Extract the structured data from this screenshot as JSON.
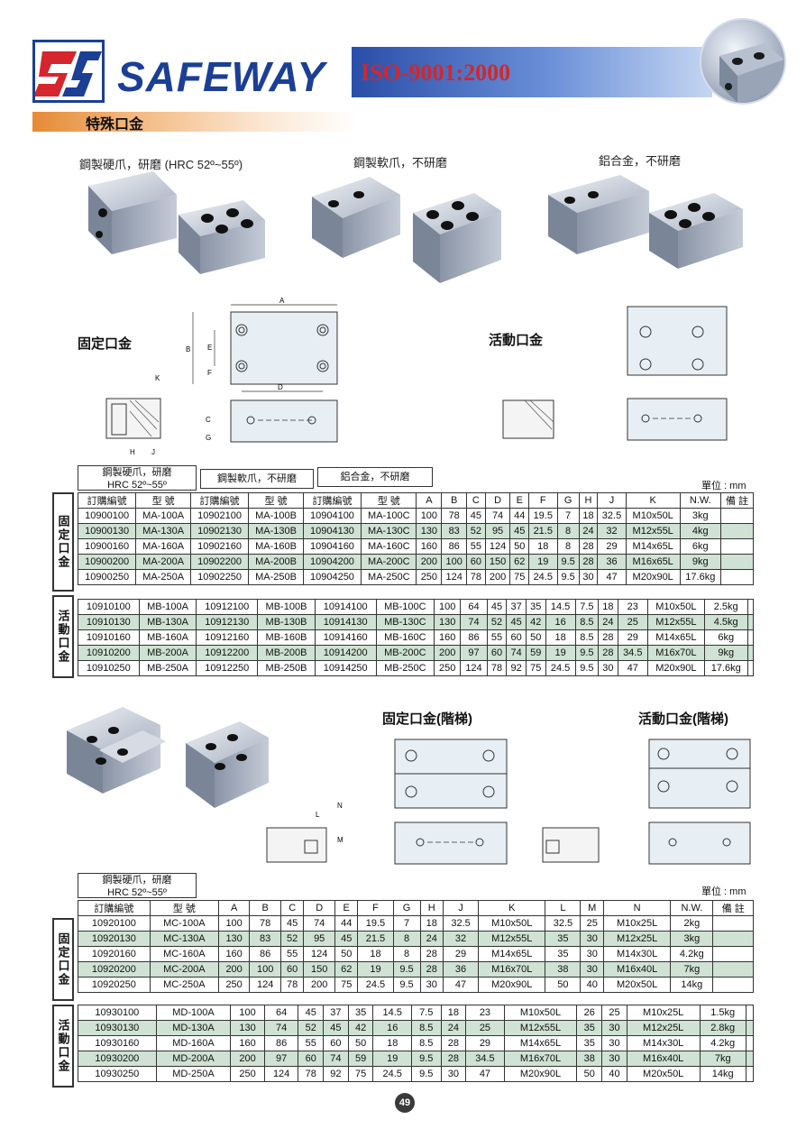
{
  "header": {
    "brand": "SAFEWAY",
    "iso": "ISO-9001:2000",
    "title": "特殊口金",
    "logo_icon": "safeway-s-logo-icon",
    "colors": {
      "brand": "#1b3f94",
      "iso": "#d4262c",
      "title_bar": "#e58a36",
      "row_highlight": "#cfe2d3"
    }
  },
  "photos": {
    "caption_steel_hard": "鋼製硬爪，研磨 (HRC 52º~55º)",
    "caption_steel_soft": "鋼製軟爪，不研磨",
    "caption_alum": "鋁合金，不研磨"
  },
  "drawings_top": {
    "fixed_label": "固定口金",
    "movable_label": "活動口金",
    "dims": {
      "A": "A",
      "B": "B",
      "C": "C",
      "D": "D",
      "E": "E",
      "F": "F",
      "G": "G",
      "H": "H",
      "J": "J",
      "K": "K"
    }
  },
  "table1": {
    "unit": "單位 : mm",
    "group_hard": "鋼製硬爪，研磨",
    "group_hard_sub": "HRC 52º~55º",
    "group_soft": "鋼製軟爪，不研磨",
    "group_alum": "鋁合金，不研磨",
    "headers": [
      "訂購編號",
      "型 號",
      "訂購編號",
      "型 號",
      "訂購編號",
      "型 號",
      "A",
      "B",
      "C",
      "D",
      "E",
      "F",
      "G",
      "H",
      "J",
      "K",
      "N.W.",
      "備 註"
    ],
    "section_fixed": "固定口金",
    "section_movable": "活動口金",
    "fixed_rows": [
      [
        "10900100",
        "MA-100A",
        "10902100",
        "MA-100B",
        "10904100",
        "MA-100C",
        "100",
        "78",
        "45",
        "74",
        "44",
        "19.5",
        "7",
        "18",
        "32.5",
        "M10x50L",
        "3kg",
        ""
      ],
      [
        "10900130",
        "MA-130A",
        "10902130",
        "MA-130B",
        "10904130",
        "MA-130C",
        "130",
        "83",
        "52",
        "95",
        "45",
        "21.5",
        "8",
        "24",
        "32",
        "M12x55L",
        "4kg",
        ""
      ],
      [
        "10900160",
        "MA-160A",
        "10902160",
        "MA-160B",
        "10904160",
        "MA-160C",
        "160",
        "86",
        "55",
        "124",
        "50",
        "18",
        "8",
        "28",
        "29",
        "M14x65L",
        "6kg",
        ""
      ],
      [
        "10900200",
        "MA-200A",
        "10902200",
        "MA-200B",
        "10904200",
        "MA-200C",
        "200",
        "100",
        "60",
        "150",
        "62",
        "19",
        "9.5",
        "28",
        "36",
        "M16x65L",
        "9kg",
        ""
      ],
      [
        "10900250",
        "MA-250A",
        "10902250",
        "MA-250B",
        "10904250",
        "MA-250C",
        "250",
        "124",
        "78",
        "200",
        "75",
        "24.5",
        "9.5",
        "30",
        "47",
        "M20x90L",
        "17.6kg",
        ""
      ]
    ],
    "movable_rows": [
      [
        "10910100",
        "MB-100A",
        "10912100",
        "MB-100B",
        "10914100",
        "MB-100C",
        "100",
        "64",
        "45",
        "37",
        "35",
        "14.5",
        "7.5",
        "18",
        "23",
        "M10x50L",
        "2.5kg",
        ""
      ],
      [
        "10910130",
        "MB-130A",
        "10912130",
        "MB-130B",
        "10914130",
        "MB-130C",
        "130",
        "74",
        "52",
        "45",
        "42",
        "16",
        "8.5",
        "24",
        "25",
        "M12x55L",
        "4.5kg",
        ""
      ],
      [
        "10910160",
        "MB-160A",
        "10912160",
        "MB-160B",
        "10914160",
        "MB-160C",
        "160",
        "86",
        "55",
        "60",
        "50",
        "18",
        "8.5",
        "28",
        "29",
        "M14x65L",
        "6kg",
        ""
      ],
      [
        "10910200",
        "MB-200A",
        "10912200",
        "MB-200B",
        "10914200",
        "MB-200C",
        "200",
        "97",
        "60",
        "74",
        "59",
        "19",
        "9.5",
        "28",
        "34.5",
        "M16x70L",
        "9kg",
        ""
      ],
      [
        "10910250",
        "MB-250A",
        "10912250",
        "MB-250B",
        "10914250",
        "MB-250C",
        "250",
        "124",
        "78",
        "92",
        "75",
        "24.5",
        "9.5",
        "30",
        "47",
        "M20x90L",
        "17.6kg",
        ""
      ]
    ]
  },
  "drawings_bottom": {
    "fixed_step_label": "固定口金(階梯)",
    "movable_step_label": "活動口金(階梯)",
    "dims": {
      "L": "L",
      "M": "M",
      "N": "N"
    }
  },
  "table2": {
    "unit": "單位 : mm",
    "group_hard": "鋼製硬爪，研磨",
    "group_hard_sub": "HRC 52º~55º",
    "headers": [
      "訂購編號",
      "型 號",
      "A",
      "B",
      "C",
      "D",
      "E",
      "F",
      "G",
      "H",
      "J",
      "K",
      "L",
      "M",
      "N",
      "N.W.",
      "備 註"
    ],
    "section_fixed": "固定口金",
    "section_movable": "活動口金",
    "fixed_rows": [
      [
        "10920100",
        "MC-100A",
        "100",
        "78",
        "45",
        "74",
        "44",
        "19.5",
        "7",
        "18",
        "32.5",
        "M10x50L",
        "32.5",
        "25",
        "M10x25L",
        "2kg",
        ""
      ],
      [
        "10920130",
        "MC-130A",
        "130",
        "83",
        "52",
        "95",
        "45",
        "21.5",
        "8",
        "24",
        "32",
        "M12x55L",
        "35",
        "30",
        "M12x25L",
        "3kg",
        ""
      ],
      [
        "10920160",
        "MC-160A",
        "160",
        "86",
        "55",
        "124",
        "50",
        "18",
        "8",
        "28",
        "29",
        "M14x65L",
        "35",
        "30",
        "M14x30L",
        "4.2kg",
        ""
      ],
      [
        "10920200",
        "MC-200A",
        "200",
        "100",
        "60",
        "150",
        "62",
        "19",
        "9.5",
        "28",
        "36",
        "M16x70L",
        "38",
        "30",
        "M16x40L",
        "7kg",
        ""
      ],
      [
        "10920250",
        "MC-250A",
        "250",
        "124",
        "78",
        "200",
        "75",
        "24.5",
        "9.5",
        "30",
        "47",
        "M20x90L",
        "50",
        "40",
        "M20x50L",
        "14kg",
        ""
      ]
    ],
    "movable_rows": [
      [
        "10930100",
        "MD-100A",
        "100",
        "64",
        "45",
        "37",
        "35",
        "14.5",
        "7.5",
        "18",
        "23",
        "M10x50L",
        "26",
        "25",
        "M10x25L",
        "1.5kg",
        ""
      ],
      [
        "10930130",
        "MD-130A",
        "130",
        "74",
        "52",
        "45",
        "42",
        "16",
        "8.5",
        "24",
        "25",
        "M12x55L",
        "35",
        "30",
        "M12x25L",
        "2.8kg",
        ""
      ],
      [
        "10930160",
        "MD-160A",
        "160",
        "86",
        "55",
        "60",
        "50",
        "18",
        "8.5",
        "28",
        "29",
        "M14x65L",
        "35",
        "30",
        "M14x30L",
        "4.2kg",
        ""
      ],
      [
        "10930200",
        "MD-200A",
        "200",
        "97",
        "60",
        "74",
        "59",
        "19",
        "9.5",
        "28",
        "34.5",
        "M16x70L",
        "38",
        "30",
        "M16x40L",
        "7kg",
        ""
      ],
      [
        "10930250",
        "MD-250A",
        "250",
        "124",
        "78",
        "92",
        "75",
        "24.5",
        "9.5",
        "30",
        "47",
        "M20x90L",
        "50",
        "40",
        "M20x50L",
        "14kg",
        ""
      ]
    ]
  },
  "page_number": "49"
}
